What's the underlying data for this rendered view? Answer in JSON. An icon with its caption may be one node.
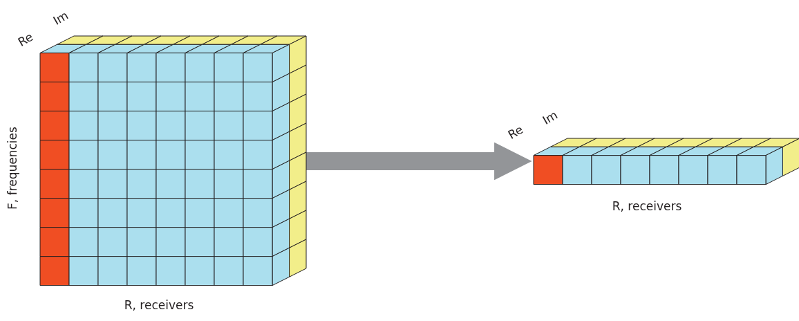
{
  "diagram": {
    "nodes": [
      {
        "text": [],
        "shape": "box"
      },
      {
        "text": [],
        "shape": "box"
      }
    ],
    "edges": [
      {
        "from": 0,
        "to": 1,
        "arrow": "to"
      }
    ],
    "labels": [
      "Re",
      "Im",
      "F, frequencies",
      "R, receivers",
      "Re",
      "Im",
      "R, receivers"
    ]
  }
}
